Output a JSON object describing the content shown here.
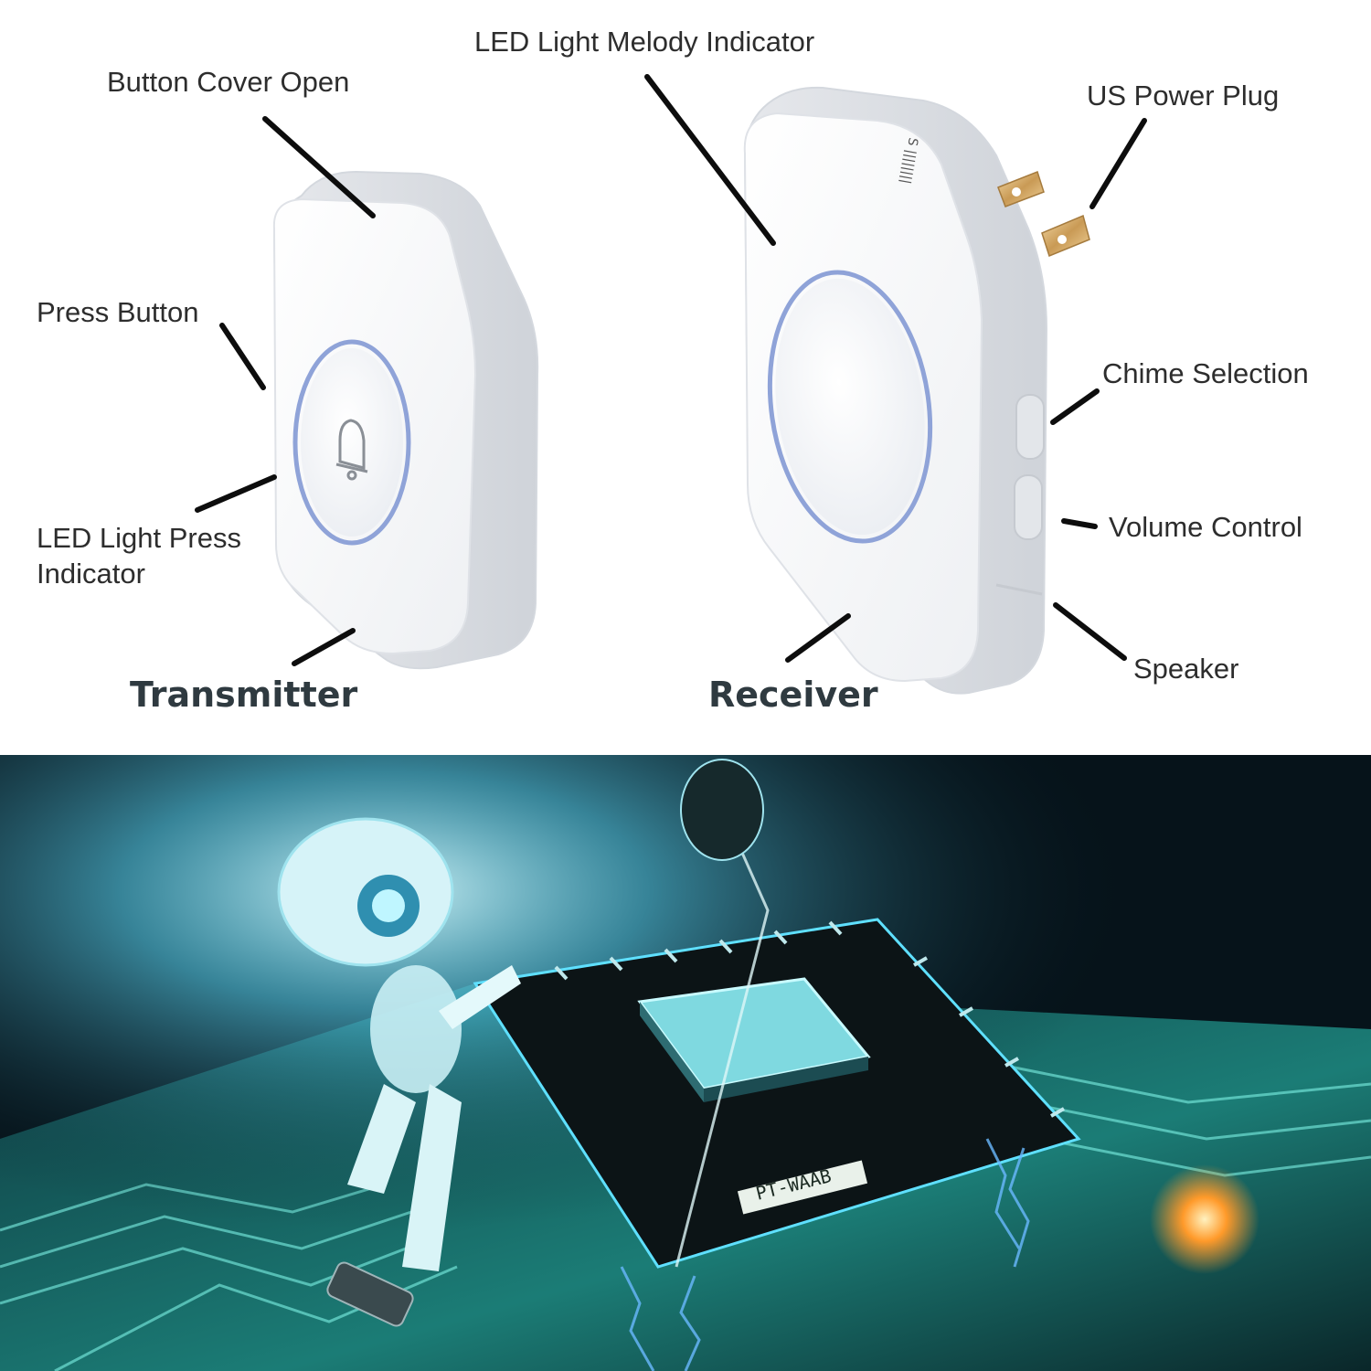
{
  "labels": {
    "led_light_melody_indicator": "LED Light Melody Indicator",
    "button_cover_open": "Button Cover Open",
    "us_power_plug": "US Power Plug",
    "press_button": "Press Button",
    "chime_selection": "Chime Selection",
    "led_light_press_indicator_line1": "LED Light Press",
    "led_light_press_indicator_line2": "Indicator",
    "volume_control": "Volume Control",
    "speaker": "Speaker"
  },
  "captions": {
    "transmitter": "Transmitter",
    "receiver": "Receiver"
  },
  "chip_label": "PT-WAAB",
  "colors": {
    "device_body": "#f4f5f7",
    "led_ring": "#8fa3d8",
    "label_text": "#2d2d2d",
    "caption_text": "#2f3a40",
    "circuit_glow": "#5fe0ff",
    "board_teal": "#1f8f86"
  }
}
